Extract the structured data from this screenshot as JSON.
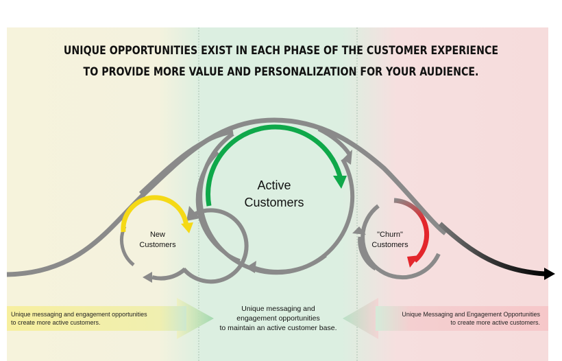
{
  "headline": {
    "line1": "UNIQUE OPPORTUNITIES EXIST IN EACH PHASE OF THE CUSTOMER EXPERIENCE",
    "line2": "TO PROVIDE MORE VALUE AND PERSONALIZATION FOR YOUR AUDIENCE."
  },
  "phases": {
    "new": {
      "line1": "New",
      "line2": "Customers"
    },
    "active": {
      "line1": "Active",
      "line2": "Customers"
    },
    "churn": {
      "line1": "\"Churn\"",
      "line2": "Customers"
    }
  },
  "notes": {
    "left": {
      "line1": "Unique messaging and engagement opportunities",
      "line2": "to create more active customers."
    },
    "middle": {
      "line1": "Unique messaging and",
      "line2": "engagement opportunities",
      "line3": "to maintain an active customer base."
    },
    "right": {
      "line1": "Unique Messaging and Engagement Opportunities",
      "line2": "to create more active customers."
    }
  },
  "colors": {
    "zone_new": "#f6f3dd",
    "zone_active": "#dcefe2",
    "zone_churn": "#f7dede",
    "loop_gray": "#8a8a8a",
    "new_accent": "#f5d916",
    "active_accent": "#0fa84a",
    "churn_accent": "#e3262c",
    "curve_end": "#000000"
  }
}
